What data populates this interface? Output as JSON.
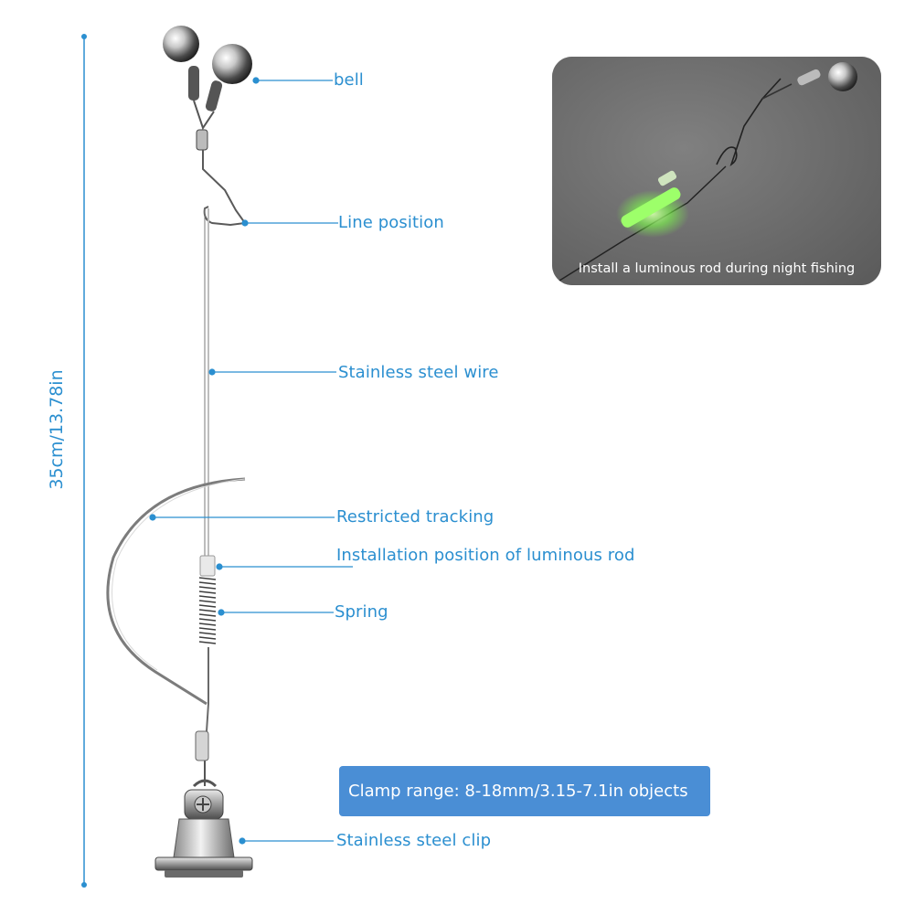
{
  "dimension": "35cm/13.78in",
  "labels": {
    "bell": "bell",
    "line_position": "Line position",
    "wire": "Stainless steel wire",
    "restricted": "Restricted tracking",
    "luminous_position": "Installation position of luminous rod",
    "spring": "Spring",
    "clip": "Stainless steel clip"
  },
  "clamp_range": "Clamp range: 8-18mm/3.15-7.1in objects",
  "inset_caption": "Install a luminous rod during night fishing",
  "colors": {
    "accent": "#2b8fd0",
    "box": "#4a8ed5",
    "glow": "#7dff4a"
  }
}
